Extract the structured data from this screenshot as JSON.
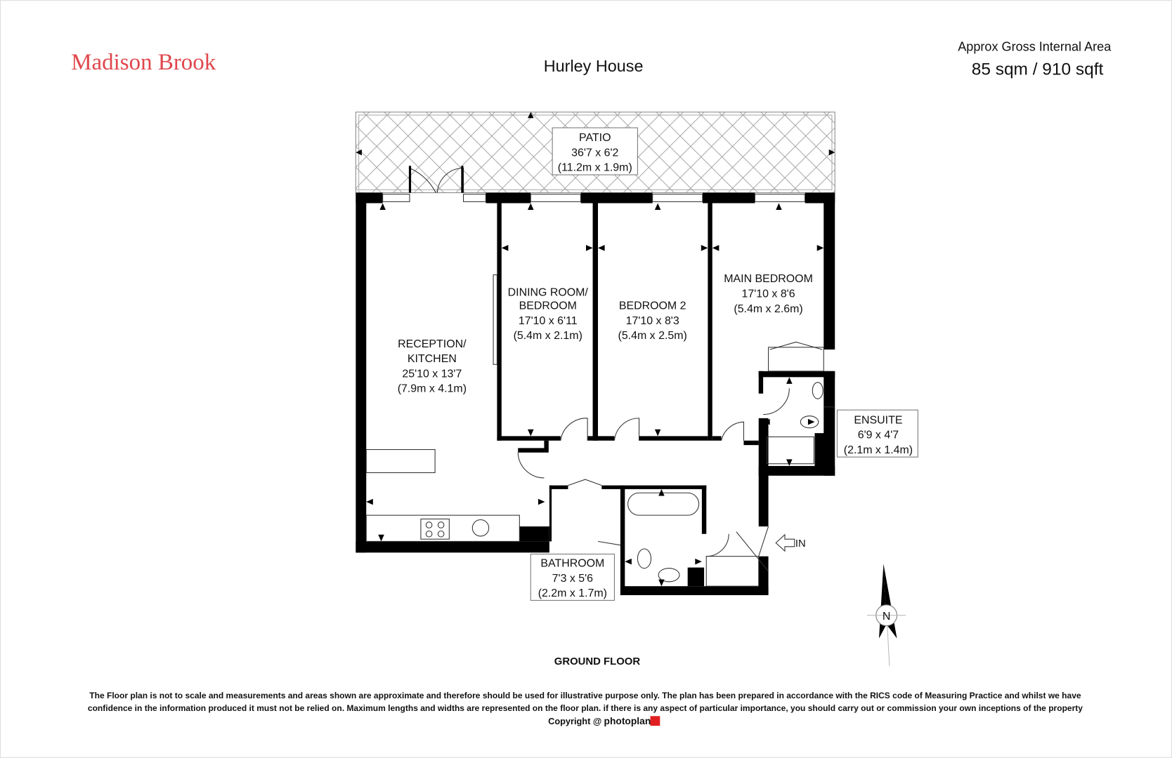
{
  "brand": {
    "name": "Madison Brook",
    "color": "#e0474c"
  },
  "header": {
    "title": "Hurley House",
    "area_label": "Approx Gross Internal Area",
    "area_value": "85 sqm / 910 sqft"
  },
  "rooms": {
    "patio": {
      "name": "PATIO",
      "imperial": "36'7 x 6'2",
      "metric": "(11.2m x 1.9m)"
    },
    "reception": {
      "name1": "RECEPTION/",
      "name2": "KITCHEN",
      "imperial": "25'10 x 13'7",
      "metric": "(7.9m x 4.1m)"
    },
    "dining": {
      "name1": "DINING ROOM/",
      "name2": "BEDROOM",
      "imperial": "17'10 x 6'11",
      "metric": "(5.4m x 2.1m)"
    },
    "bedroom2": {
      "name": "BEDROOM 2",
      "imperial": "17'10 x 8'3",
      "metric": "(5.4m x 2.5m)"
    },
    "main_bedroom": {
      "name": "MAIN BEDROOM",
      "imperial": "17'10 x 8'6",
      "metric": "(5.4m x 2.6m)"
    },
    "ensuite": {
      "name": "ENSUITE",
      "imperial": "6'9 x 4'7",
      "metric": "(2.1m x 1.4m)"
    },
    "bathroom": {
      "name": "BATHROOM",
      "imperial": "7'3 x 5'6",
      "metric": "(2.2m x 1.7m)"
    }
  },
  "entrance_label": "IN",
  "compass_label": "N",
  "floor_label": "GROUND FLOOR",
  "disclaimer": {
    "line1": "The Floor plan is not to scale and measurements and areas shown are approximate and therefore should be used for illustrative purpose only. The plan has been prepared in accordance with the RICS code of Measuring Practice and whilst we have",
    "line2": "confidence in the information produced it must not be relied on. Maximum  lengths and widths are represented on the floor plan. if there is any aspect of particular importance, you should carry out or commission your own inceptions of the property",
    "copyright": "Copyright @",
    "photoplan": "photoplan"
  }
}
